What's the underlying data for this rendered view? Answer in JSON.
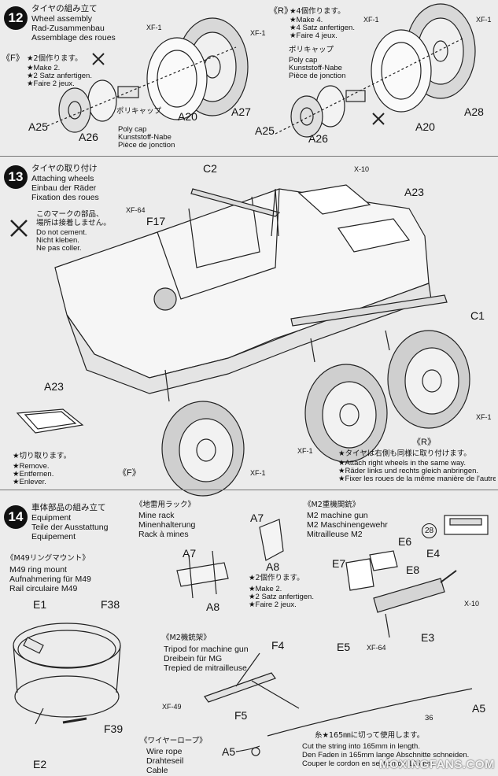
{
  "step12": {
    "number": "12",
    "title_ja": "タイヤの組み立て",
    "title_en": "Wheel assembly",
    "title_de": "Rad-Zusammenbau",
    "title_fr": "Assemblage des roues",
    "left_tag": "《F》",
    "left_qty_ja": "★2個作ります。",
    "left_qty_en": "★Make 2.",
    "left_qty_de": "★2 Satz anfertigen.",
    "left_qty_fr": "★Faire 2 jeux.",
    "right_tag": "《R》",
    "right_qty_ja": "★4個作ります。",
    "right_qty_en": "★Make 4.",
    "right_qty_de": "★4 Satz anfertigen.",
    "right_qty_fr": "★Faire 4 jeux.",
    "polycap_ja": "ポリキャップ",
    "polycap_en": "Poly cap",
    "polycap_de": "Kunststoff-Nabe",
    "polycap_fr": "Pièce de jonction",
    "parts": {
      "xf1a": "XF-1",
      "xf1b": "XF-1",
      "xf1c": "XF-1",
      "xf1d": "XF-1",
      "a25l": "A25",
      "a26l": "A26",
      "a20l": "A20",
      "a27": "A27",
      "a25r": "A25",
      "a26r": "A26",
      "a20r": "A20",
      "a28": "A28"
    }
  },
  "step13": {
    "number": "13",
    "title_ja": "タイヤの取り付け",
    "title_en": "Attaching wheels",
    "title_de": "Einbau der Räder",
    "title_fr": "Fixation des roues",
    "nocement_ja1": "このマークの部品、",
    "nocement_ja2": "場所は接着しません。",
    "nocement_en": "Do not cement.",
    "nocement_de": "Nicht kleben.",
    "nocement_fr": "Ne pas coller.",
    "remove_ja": "★切り取ります。",
    "remove_en": "★Remove.",
    "remove_de": "★Entfernen.",
    "remove_fr": "★Enlever.",
    "right_ja": "★タイヤは右側も同様に取り付けます。",
    "right_en": "★Attach right wheels in the same way.",
    "right_de": "★Räder links und rechts gleich anbringen.",
    "right_fr": "★Fixer les roues de la même manière de l'autre côté",
    "parts": {
      "c2": "C2",
      "x10": "X-10",
      "a23a": "A23",
      "xf64": "XF-64",
      "f17": "F17",
      "c1": "C1",
      "a23b": "A23",
      "xf1a": "XF-1",
      "xf1b": "XF-1",
      "xf1c": "XF-1",
      "f": "《F》",
      "r": "《R》"
    }
  },
  "step14": {
    "number": "14",
    "title_ja": "車体部品の組み立て",
    "title_en": "Equipment",
    "title_de": "Teile der Ausstattung",
    "title_fr": "Equipement",
    "minerack_ja": "《地雷用ラック》",
    "minerack_en": "Mine rack",
    "minerack_de": "Minenhalterung",
    "minerack_fr": "Rack à mines",
    "m2_ja": "《M2重機関銃》",
    "m2_en": "M2 machine gun",
    "m2_de": "M2 Maschinengewehr",
    "m2_fr": "Mitrailleuse M2",
    "m49_ja": "《M49リングマウント》",
    "m49_en": "M49 ring mount",
    "m49_de": "Aufnahmering für M49",
    "m49_fr": "Rail circulaire M49",
    "a8qty_ja": "★2個作ります。",
    "a8qty_en": "★Make 2.",
    "a8qty_de": "★2 Satz anfertigen.",
    "a8qty_fr": "★Faire 2 jeux.",
    "tripod_ja": "《M2機銃架》",
    "tripod_en": "Tripod for machine gun",
    "tripod_de": "Dreibein für MG",
    "tripod_fr": "Trepied de mitrailleuse",
    "wire_ja": "《ワイヤーロープ》",
    "wire_en": "Wire rope",
    "wire_de": "Drahteseil",
    "wire_fr": "Cable",
    "string_ja": "糸★165㎜に切って使用します。",
    "string_en": "Cut the string into 165mm in length.",
    "string_de": "Den Faden in 165mm lange Abschnitte schneiden.",
    "string_fr": "Couper le cordon en section de 165mm.",
    "ref": "28",
    "parts": {
      "a7a": "A7",
      "a8a": "A8",
      "a7b": "A7",
      "a8b": "A8",
      "e6": "E6",
      "e4": "E4",
      "e7": "E7",
      "e8": "E8",
      "x10": "X-10",
      "e3": "E3",
      "e5": "E5",
      "xf64": "XF-64",
      "e1": "E1",
      "f38": "F38",
      "e2": "E2",
      "f39": "F39",
      "f4": "F4",
      "xf49": "XF-49",
      "f5": "F5",
      "a5a": "A5",
      "a5b": "A5",
      "n36": "36"
    }
  },
  "watermark": "MOXINGFANS.COM"
}
